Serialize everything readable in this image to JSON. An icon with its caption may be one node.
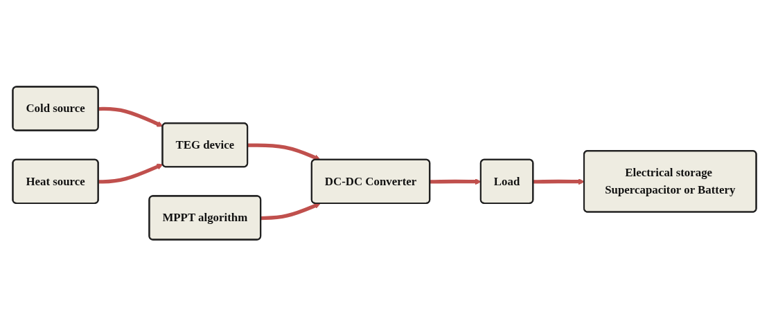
{
  "diagram": {
    "nodes": [
      {
        "text": [
          "Cold source"
        ]
      },
      {
        "text": [
          "TEG device"
        ]
      },
      {
        "text": [
          "Heat source"
        ]
      },
      {
        "text": [
          "DC-DC Converter"
        ]
      },
      {
        "text": [
          "MPPT algorithm"
        ]
      },
      {
        "text": [
          "Load"
        ]
      },
      {
        "text": [
          "Electrical storage Supercapacitor or Battery"
        ]
      }
    ],
    "edges": [
      {
        "from": 0,
        "to": 1,
        "arrow": "to"
      },
      {
        "from": 2,
        "to": 1,
        "arrow": "to"
      },
      {
        "from": 1,
        "to": 3,
        "arrow": "to"
      },
      {
        "from": 4,
        "to": 3,
        "arrow": "to"
      },
      {
        "from": 3,
        "to": 5,
        "arrow": "to"
      },
      {
        "from": 5,
        "to": 6,
        "arrow": "to"
      }
    ]
  }
}
